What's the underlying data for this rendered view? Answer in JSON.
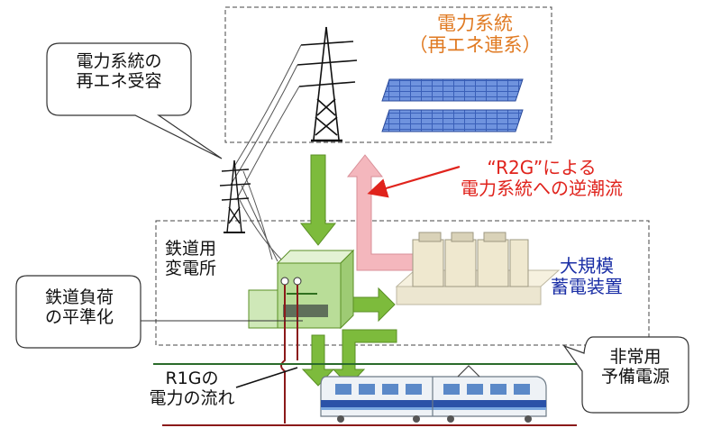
{
  "grid_box": {
    "line1": "電力系統",
    "line2": "（再エネ連系）"
  },
  "r2g_note": {
    "line1": "“R2G”による",
    "line2": "電力系統への逆潮流"
  },
  "substation": {
    "line1": "鉄道用",
    "line2": "変電所"
  },
  "battery": {
    "line1": "大規模",
    "line2": "蓄電装置"
  },
  "r1g_note": {
    "line1": "R1Gの",
    "line2": "電力の流れ"
  },
  "callout_renewable": {
    "line1": "電力系統の",
    "line2": "再エネ受容"
  },
  "callout_leveling": {
    "line1": "鉄道負荷",
    "line2": "の平準化"
  },
  "callout_backup": {
    "line1": "非常用",
    "line2": "予備電源"
  },
  "colors": {
    "flow_green": "#7dbb3c",
    "reverse_pink": "#f4b7bd",
    "r2g_red": "#e0231c",
    "grid_orange": "#e07a22",
    "battery_blue": "#1b2fa6"
  }
}
